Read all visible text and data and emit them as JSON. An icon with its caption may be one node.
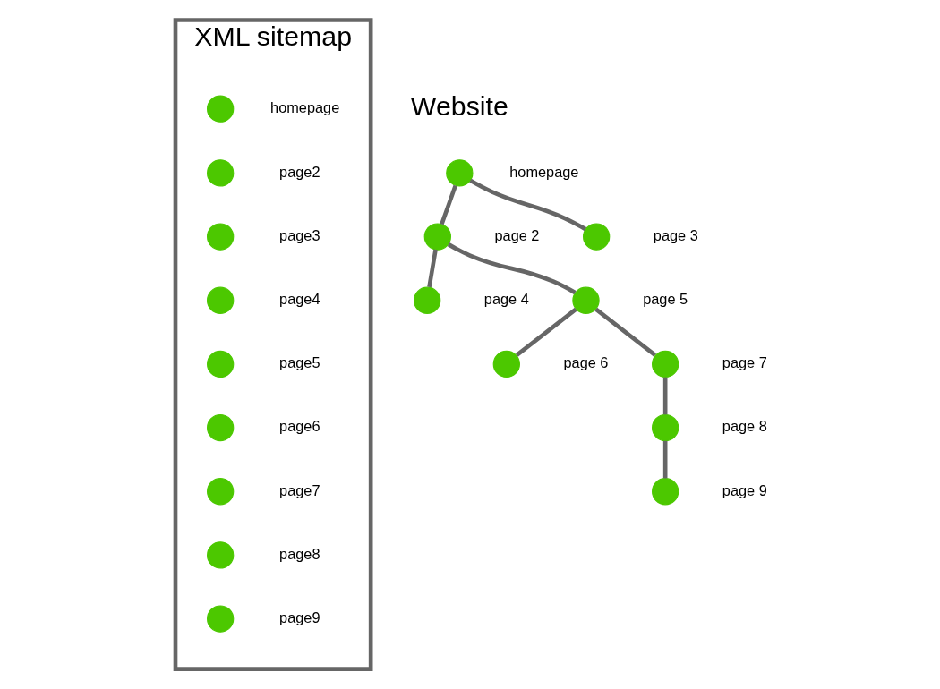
{
  "diagram": {
    "nodes": [
      {
        "text": [
          "XML sitemap"
        ]
      },
      {
        "text": [],
        "shape": "circle",
        "beside": [
          "homepage"
        ],
        "in": 0
      },
      {
        "text": [],
        "shape": "circle",
        "beside": [
          "page2"
        ],
        "in": 0
      },
      {
        "text": [],
        "shape": "circle",
        "beside": [
          "page3"
        ],
        "in": 0
      },
      {
        "text": [],
        "shape": "circle",
        "beside": [
          "page4"
        ],
        "in": 0
      },
      {
        "text": [],
        "shape": "circle",
        "beside": [
          "page5"
        ],
        "in": 0
      },
      {
        "text": [],
        "shape": "circle",
        "beside": [
          "page6"
        ],
        "in": 0
      },
      {
        "text": [],
        "shape": "circle",
        "beside": [
          "page7"
        ],
        "in": 0
      },
      {
        "text": [],
        "shape": "circle",
        "beside": [
          "page8"
        ],
        "in": 0
      },
      {
        "text": [],
        "shape": "circle",
        "beside": [
          "page9"
        ],
        "in": 0
      },
      {
        "text": [],
        "shape": "circle",
        "beside": [
          "homepage"
        ]
      },
      {
        "text": [],
        "shape": "circle",
        "beside": [
          "page 2"
        ]
      },
      {
        "text": [],
        "shape": "circle",
        "beside": [
          "page 3"
        ]
      },
      {
        "text": [],
        "shape": "circle",
        "beside": [
          "page 4"
        ]
      },
      {
        "text": [],
        "shape": "circle",
        "beside": [
          "page 5"
        ]
      },
      {
        "text": [],
        "shape": "circle",
        "beside": [
          "page 6"
        ]
      },
      {
        "text": [],
        "shape": "circle",
        "beside": [
          "page 7"
        ]
      },
      {
        "text": [],
        "shape": "circle",
        "beside": [
          "page 8"
        ]
      },
      {
        "text": [],
        "shape": "circle",
        "beside": [
          "page 9"
        ]
      }
    ],
    "edges": [
      {
        "from": 10,
        "to": 11,
        "arrow": "none"
      },
      {
        "from": 10,
        "to": 12,
        "arrow": "none"
      },
      {
        "from": 11,
        "to": 13,
        "arrow": "none"
      },
      {
        "from": 11,
        "to": 14,
        "arrow": "none"
      },
      {
        "from": 14,
        "to": 15,
        "arrow": "none"
      },
      {
        "from": 14,
        "to": 16,
        "arrow": "none"
      },
      {
        "from": 16,
        "to": 17,
        "arrow": "none"
      },
      {
        "from": 17,
        "to": 18,
        "arrow": "none"
      }
    ],
    "labels": [
      "Website"
    ]
  }
}
